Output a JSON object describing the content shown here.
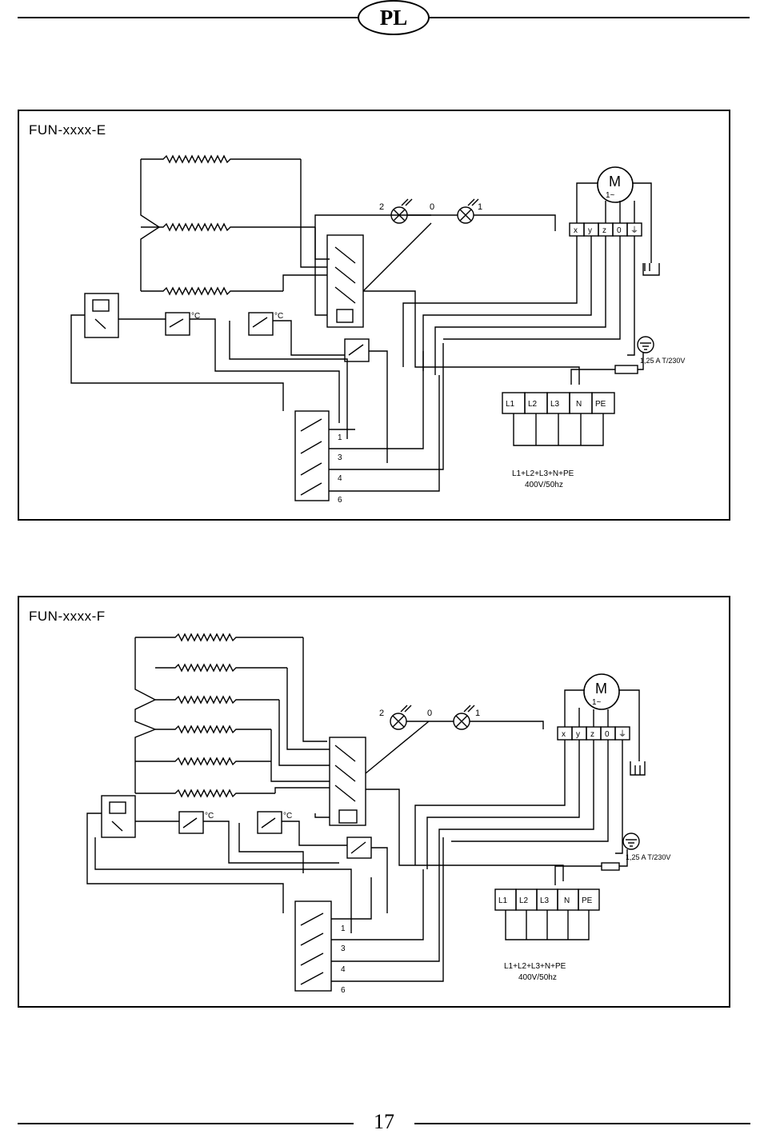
{
  "header": {
    "badge": "PL"
  },
  "diagrams": [
    {
      "title": "FUN-xxxx-E",
      "lamp_labels": [
        "2",
        "0",
        "1"
      ],
      "motor_label": "M",
      "motor_phase": "1~",
      "motor_terminals": [
        "x",
        "y",
        "z",
        "0",
        "⏚"
      ],
      "thermostat_unit": "°C",
      "fuse_label": "1,25 A T/230V",
      "supply_terminals": [
        "L1",
        "L2",
        "L3",
        "N",
        "PE"
      ],
      "supply_spec_line1": "L1+L2+L3+N+PE",
      "supply_spec_line2": "400V/50hz",
      "switch_positions": [
        "1",
        "3",
        "4",
        "6"
      ]
    },
    {
      "title": "FUN-xxxx-F",
      "lamp_labels": [
        "2",
        "0",
        "1"
      ],
      "motor_label": "M",
      "motor_phase": "1~",
      "motor_terminals": [
        "x",
        "y",
        "z",
        "0",
        "⏚"
      ],
      "thermostat_unit": "°C",
      "fuse_label": "1,25 A T/230V",
      "supply_terminals": [
        "L1",
        "L2",
        "L3",
        "N",
        "PE"
      ],
      "supply_spec_line1": "L1+L2+L3+N+PE",
      "supply_spec_line2": "400V/50hz",
      "switch_positions": [
        "1",
        "3",
        "4",
        "6"
      ]
    }
  ],
  "footer": {
    "page_number": "17"
  }
}
